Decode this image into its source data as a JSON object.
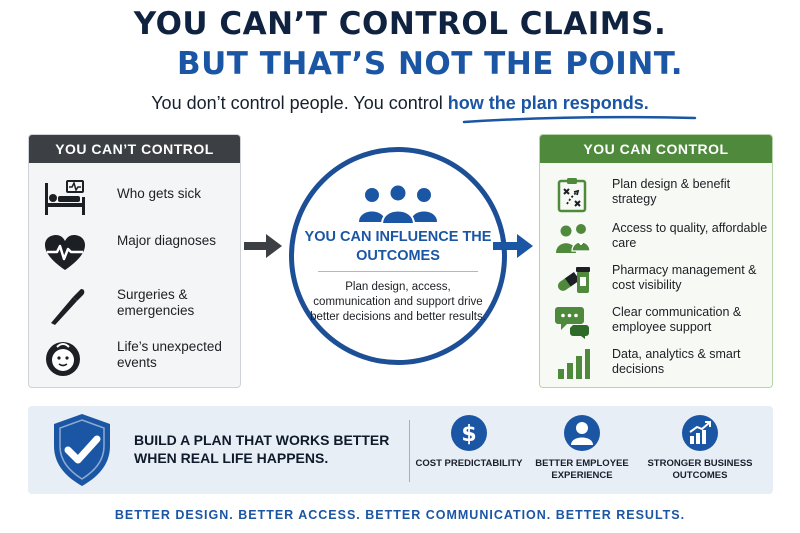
{
  "header": {
    "title_line1": "YOU CAN’T CONTROL CLAIMS.",
    "title_line2": "BUT THAT’S NOT THE POINT.",
    "subtitle_plain": "You don’t control people. You control ",
    "subtitle_highlight": "how the plan responds."
  },
  "left_panel": {
    "heading": "YOU CAN’T CONTROL",
    "items": [
      {
        "label": "Who gets sick",
        "icon": "hospital-bed-icon"
      },
      {
        "label": "Major diagnoses",
        "icon": "heartbeat-icon"
      },
      {
        "label": "Surgeries & emergencies",
        "icon": "scalpel-icon"
      },
      {
        "label": "Life’s unexpected events",
        "icon": "baby-icon"
      }
    ]
  },
  "center": {
    "title": "YOU CAN INFLUENCE THE OUTCOMES",
    "body": "Plan design, access, communication and support drive better decisions and better results."
  },
  "right_panel": {
    "heading": "YOU CAN CONTROL",
    "items": [
      {
        "label": "Plan design & benefit strategy",
        "icon": "strategy-board-icon"
      },
      {
        "label": "Access to quality, affordable care",
        "icon": "doctors-icon"
      },
      {
        "label": "Pharmacy management & cost visibility",
        "icon": "pills-icon"
      },
      {
        "label": "Clear communication & employee support",
        "icon": "chat-bubbles-icon"
      },
      {
        "label": "Data, analytics & smart decisions",
        "icon": "bar-chart-icon"
      }
    ]
  },
  "banner": {
    "text": "BUILD A PLAN THAT WORKS BETTER WHEN REAL LIFE HAPPENS.",
    "features": [
      {
        "label": "COST PREDICTABILITY",
        "icon": "dollar-icon"
      },
      {
        "label": "BETTER EMPLOYEE EXPERIENCE",
        "icon": "person-icon"
      },
      {
        "label": "STRONGER BUSINESS OUTCOMES",
        "icon": "growth-chart-icon"
      }
    ]
  },
  "footer": "BETTER DESIGN.  BETTER ACCESS.  BETTER COMMUNICATION.  BETTER RESULTS.",
  "colors": {
    "navy": "#0f2240",
    "blue": "#1b56a4",
    "green": "#4f8a3c",
    "dark_gray": "#3c3f43"
  }
}
